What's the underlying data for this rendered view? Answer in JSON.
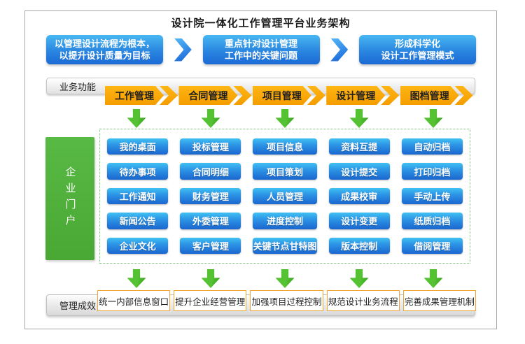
{
  "title": "设计院一体化工作管理平台业务架构",
  "goal_flow": {
    "steps": [
      {
        "line1": "以管理设计流程为根本，",
        "line2": "以提升设计质量为目标"
      },
      {
        "line1": "重点针对设计管理",
        "line2": "工作中的关键问题"
      },
      {
        "line1": "形成科学化",
        "line2": "设计工作管理模式"
      }
    ]
  },
  "business_functions": {
    "label": "业务功能",
    "categories": [
      "工作管理",
      "合同管理",
      "项目管理",
      "设计管理",
      "图档管理"
    ]
  },
  "portal": {
    "label": "企业门户"
  },
  "modules": {
    "columns": [
      {
        "category": "工作管理",
        "items": [
          "我的桌面",
          "待办事项",
          "工作通知",
          "新闻公告",
          "企业文化"
        ]
      },
      {
        "category": "合同管理",
        "items": [
          "投标管理",
          "合同明细",
          "财务管理",
          "外委管理",
          "客户管理"
        ]
      },
      {
        "category": "项目管理",
        "items": [
          "项目信息",
          "项目策划",
          "人员管理",
          "进度控制",
          "关键节点甘特图"
        ]
      },
      {
        "category": "设计管理",
        "items": [
          "资料互提",
          "设计提交",
          "成果校审",
          "设计变更",
          "版本控制"
        ]
      },
      {
        "category": "图档管理",
        "items": [
          "自动归档",
          "打印归档",
          "手动上传",
          "纸质归档",
          "借阅管理"
        ]
      }
    ]
  },
  "outcomes": {
    "label": "管理成效",
    "items": [
      "统一内部信息窗口",
      "提升企业经营管理",
      "加强项目过程控制",
      "规范设计业务流程",
      "完善成果管理机制"
    ]
  },
  "colors": {
    "goal_box_top": "#48b7f2",
    "goal_box_bottom": "#1b6ad4",
    "module_btn_top": "#40c1f2",
    "module_btn_bottom": "#1a66cf",
    "category_orange": "#f8a500",
    "arrow_green": "#44b327",
    "portal_green": "#50b13c",
    "dotted_border_green": "#6fbf6f",
    "outcome_border_orange": "#f0a530",
    "bar_gray": "#e1e1e1"
  }
}
